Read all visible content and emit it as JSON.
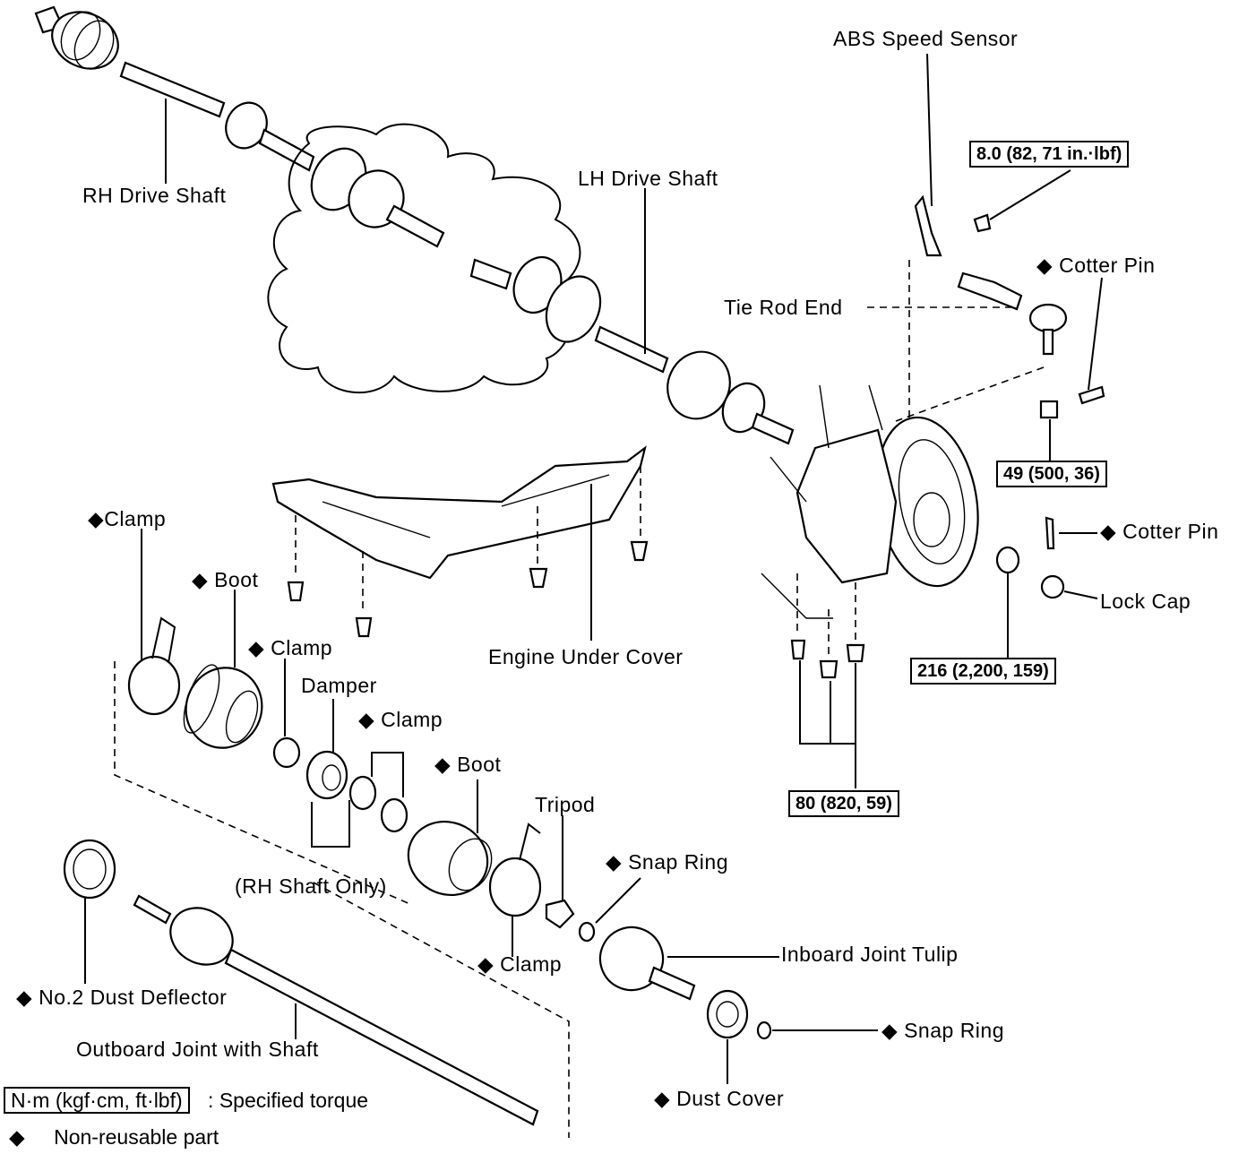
{
  "labels": {
    "abs_speed_sensor": "ABS Speed Sensor",
    "rh_drive_shaft": "RH Drive Shaft",
    "lh_drive_shaft": "LH Drive Shaft",
    "cotter_pin_top": "Cotter Pin",
    "tie_rod_end": "Tie Rod End",
    "cotter_pin_right": "Cotter Pin",
    "lock_cap": "Lock Cap",
    "clamp_1": "Clamp",
    "boot_1": "Boot",
    "clamp_2": "Clamp",
    "damper": "Damper",
    "clamp_3": "Clamp",
    "boot_2": "Boot",
    "tripod": "Tripod",
    "snap_ring_1": "Snap Ring",
    "rh_shaft_only": "(RH Shaft Only)",
    "engine_under_cover": "Engine Under Cover",
    "clamp_4": "Clamp",
    "inboard_joint_tulip": "Inboard Joint Tulip",
    "no2_dust_deflector": "No.2 Dust Deflector",
    "outboard_joint_with_shaft": "Outboard Joint with Shaft",
    "snap_ring_2": "Snap Ring",
    "dust_cover": "Dust Cover"
  },
  "torques": {
    "abs_bolt": "8.0 (82, 71 in.·lbf)",
    "tie_rod_nut": "49 (500, 36)",
    "hub_nut": "216 (2,200, 159)",
    "cover_bolts": "80 (820, 59)"
  },
  "legend": {
    "torque_unit": "N·m (kgf·cm, ft·lbf)",
    "torque_desc": ":  Specified torque",
    "nonreusable_symbol": "◆",
    "nonreusable_desc": "Non-reusable part"
  },
  "symbols": {
    "non_reusable": "◆"
  }
}
